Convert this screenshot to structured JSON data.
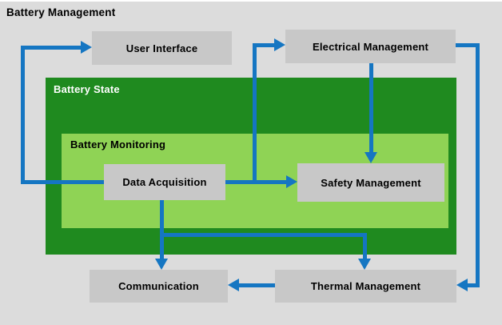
{
  "title": "Battery Management",
  "nodes": {
    "user_interface": {
      "label": "User Interface"
    },
    "electrical_management": {
      "label": "Electrical Management"
    },
    "battery_state": {
      "label": "Battery State"
    },
    "battery_monitoring": {
      "label": "Battery Monitoring"
    },
    "data_acquisition": {
      "label": "Data Acquisition"
    },
    "safety_management": {
      "label": "Safety Management"
    },
    "communication": {
      "label": "Communication"
    },
    "thermal_management": {
      "label": "Thermal Management"
    }
  },
  "connections": [
    {
      "from": "Data Acquisition",
      "to": "User Interface"
    },
    {
      "from": "Data Acquisition",
      "to": "Electrical Management"
    },
    {
      "from": "Data Acquisition",
      "to": "Safety Management"
    },
    {
      "from": "Electrical Management",
      "to": "Safety Management"
    },
    {
      "from": "Electrical Management",
      "to": "Thermal Management"
    },
    {
      "from": "Data Acquisition",
      "to": "Communication"
    },
    {
      "from": "Data Acquisition",
      "to": "Thermal Management"
    },
    {
      "from": "Thermal Management",
      "to": "Communication"
    }
  ],
  "colors": {
    "background": "#dcdcdc",
    "node_fill": "#c8c8c8",
    "outer_container": "#1f8a1f",
    "inner_container": "#8fd355",
    "arrow": "#1576c2",
    "title_text": "#000000",
    "outer_label_text": "#ffffff"
  }
}
